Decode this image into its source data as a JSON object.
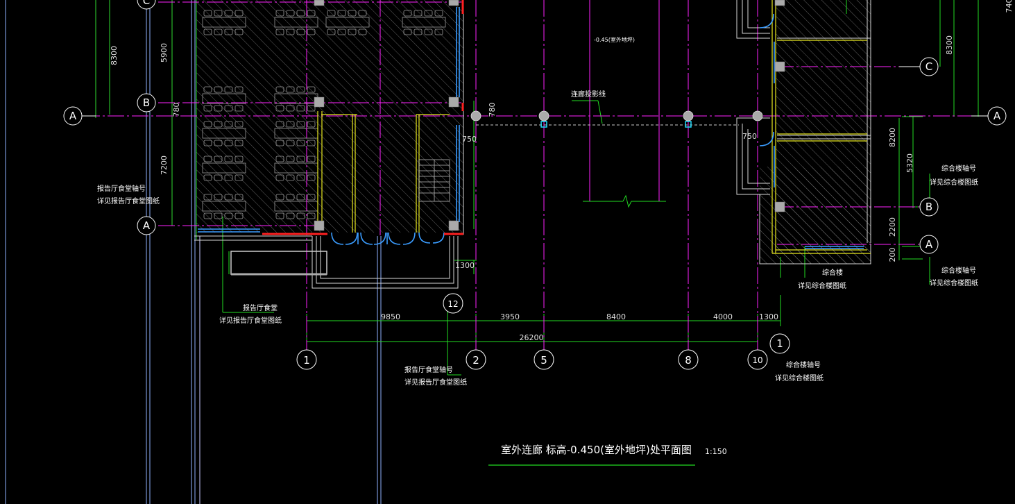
{
  "drawing": {
    "title": "室外连廊 标高-0.450(室外地坪)处平面图",
    "scale": "1:150",
    "level_note": "-0.45(室外地坪)",
    "corridor_note": "连廊投影线"
  },
  "axes_left": [
    "C",
    "B",
    "A",
    "A"
  ],
  "axes_right": [
    "C",
    "B",
    "A",
    "A"
  ],
  "axes_bottom": [
    "1",
    "2",
    "5",
    "8",
    "10",
    "12",
    "1"
  ],
  "dims": {
    "left_8300": "8300",
    "left_5900": "5900",
    "left_780": "780",
    "left_7200": "7200",
    "mid_780": "780",
    "mid_750": "750",
    "mid_1300": "1300",
    "r_750": "750",
    "r_8300": "8300",
    "r_740": "740",
    "r_8200": "8200",
    "r_5320": "5320",
    "r_2200": "2200",
    "r_200": "200",
    "b_9850": "9850",
    "b_3950": "3950",
    "b_8400": "8400",
    "b_4000": "4000",
    "b_1300": "1300",
    "total": "26200"
  },
  "notes": {
    "hall_axis_1": "报告厅食堂轴号",
    "hall_axis_2": "详见报告厅食堂图纸",
    "hall_1": "报告厅食堂",
    "hall_2": "详见报告厅食堂图纸",
    "hall_axis_b1": "报告厅食堂轴号",
    "hall_axis_b2": "详见报告厅食堂图纸",
    "comp_axis_1": "综合楼轴号",
    "comp_axis_2": "详见综合楼图纸",
    "comp_axis_b1": "综合楼轴号",
    "comp_axis_b2": "详见综合楼图纸",
    "comp_1": "综合楼",
    "comp_2": "详见综合楼图纸",
    "comp_axis_c1": "综合楼轴号",
    "comp_axis_c2": "详见综合楼图纸"
  },
  "colors": {
    "axis": "#ff00ff",
    "dim": "#00ff00",
    "wall": "#ffff00",
    "glass": "#3399ff",
    "red": "#ff0000",
    "hatch": "#8a8a8a"
  }
}
